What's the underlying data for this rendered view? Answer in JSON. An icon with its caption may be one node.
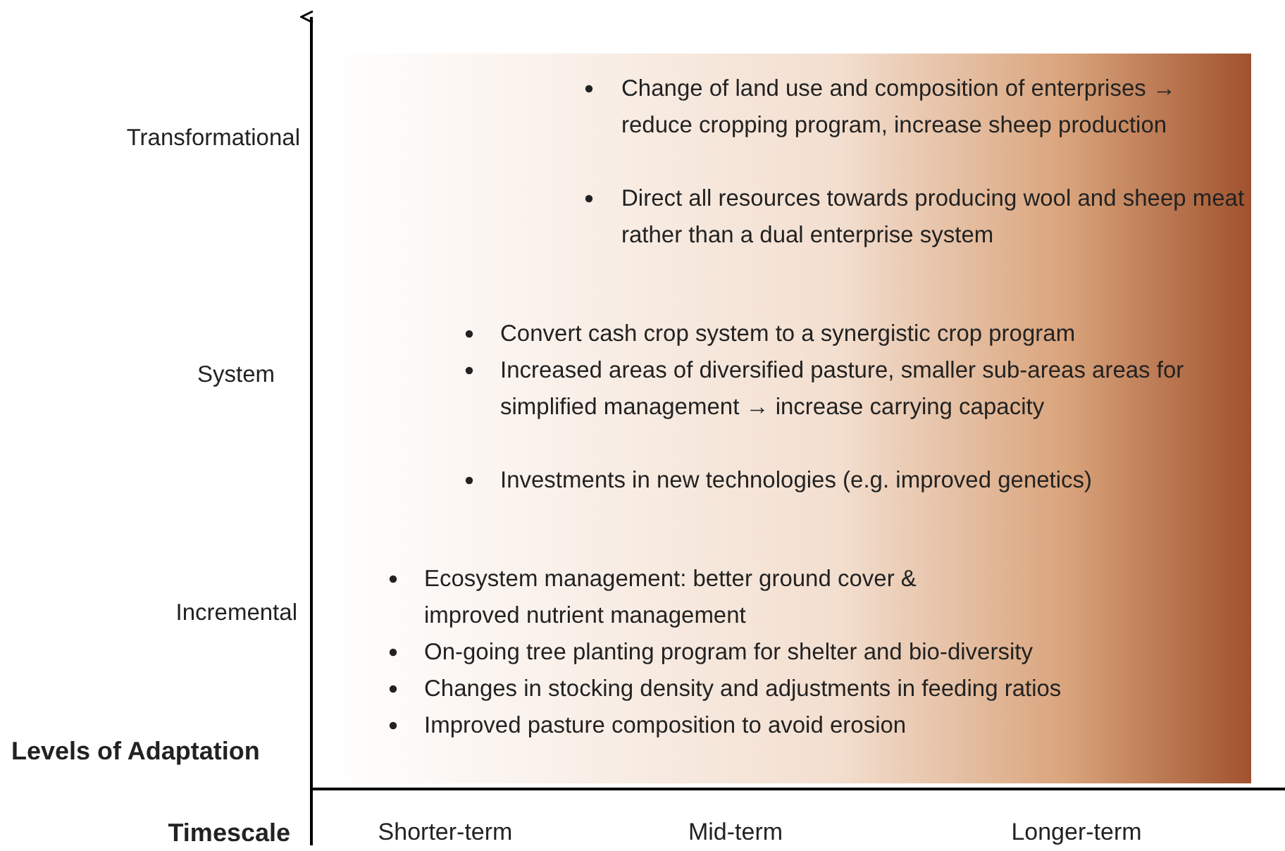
{
  "diagram": {
    "labels": [
      "Transformational",
      "Change of land use and composition of enterprises → reduce cropping program, increase sheep production",
      "Direct all resources towards producing wool and sheep meat rather than a dual enterprise system",
      "System",
      "Convert cash crop system to a synergistic crop program",
      "Increased areas of diversified pasture, smaller sub-areas areas for simplified management → increase carrying capacity",
      "Investments in new technologies (e.g. improved genetics)",
      "Incremental",
      "Ecosystem management: better ground cover & improved nutrient management",
      "On-going tree planting program for shelter and bio-diversity",
      "Changes in stocking density and adjustments in feeding ratios",
      "Improved pasture composition to avoid erosion",
      "Levels of Adaptation",
      "Timescale",
      "Shorter-term",
      "Mid-term",
      "Longer-term"
    ]
  }
}
